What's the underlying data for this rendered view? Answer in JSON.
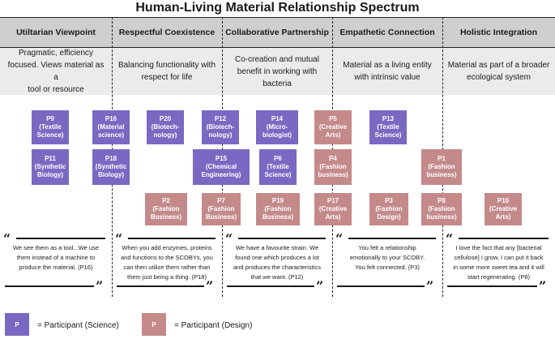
{
  "title": "Human-Living Material Relationship Spectrum",
  "colors": {
    "science": "#7b68c2",
    "design": "#c48a8a"
  },
  "columns": [
    {
      "heading": "Utiltarian Viewpoint",
      "description": [
        "Pragmatic, efficiency",
        "focused. Views material as a",
        "tool or resource"
      ],
      "quote": [
        "We see them as a tool...We use",
        "them instead of a machine to",
        "produce the material. (P16)"
      ]
    },
    {
      "heading": "Respectful Coexistence",
      "description": [
        "Balancing functionality with",
        "respect for life"
      ],
      "quote": [
        "When you add enzymes, proteins",
        "and functions to the SCOBYs, you",
        "can then utilize them rather than",
        "them just being a thing. (P18)"
      ]
    },
    {
      "heading": "Collaborative Partnership",
      "description": [
        "Co-creation and mutual",
        "benefit in working with",
        "bacteria"
      ],
      "quote": [
        "We have a favourite strain. We",
        "found one which produces a lot",
        "and produces the characteristics",
        "that we want. (P12)"
      ]
    },
    {
      "heading": "Empathetic Connection",
      "description": [
        "Material as a living entity",
        "with intrinsic value"
      ],
      "quote": [
        "You felt a relationship",
        "emotionally to your SCOBY.",
        "You felt connected. (P3)"
      ]
    },
    {
      "heading": "Holistic Integration",
      "description": [
        "Material as part of a broader",
        "ecological system"
      ],
      "quote": [
        "I love the fact that any [bacterial",
        "cellulose] I grow, I can put it back",
        "in some more sweet tea and it will",
        "start regenerating. (P8)"
      ]
    }
  ],
  "participants": [
    {
      "id": "P9",
      "field": [
        "(Textile",
        "Science)"
      ],
      "group": "science"
    },
    {
      "id": "P16",
      "field": [
        "(Material",
        "science)"
      ],
      "group": "science"
    },
    {
      "id": "P20",
      "field": [
        "(Biotech-",
        "nology)"
      ],
      "group": "science"
    },
    {
      "id": "P12",
      "field": [
        "(Biotech-",
        "nology)"
      ],
      "group": "science"
    },
    {
      "id": "P14",
      "field": [
        "(Micro-",
        "biologist)"
      ],
      "group": "science"
    },
    {
      "id": "P5",
      "field": [
        "(Creative",
        "Arts)"
      ],
      "group": "design"
    },
    {
      "id": "P13",
      "field": [
        "(Textile",
        "Science)"
      ],
      "group": "science"
    },
    {
      "id": "P11",
      "field": [
        "(Synthetic",
        "Biology)"
      ],
      "group": "science"
    },
    {
      "id": "P18",
      "field": [
        "(Synthetic",
        "Biology)"
      ],
      "group": "science"
    },
    {
      "id": "P15",
      "field": [
        "(Chemical",
        "Engineering)"
      ],
      "group": "science"
    },
    {
      "id": "P6",
      "field": [
        "(Textile",
        "Science)"
      ],
      "group": "science"
    },
    {
      "id": "P4",
      "field": [
        "(Fashion",
        "business)"
      ],
      "group": "design"
    },
    {
      "id": "P1",
      "field": [
        "(Fashion",
        "business)"
      ],
      "group": "design"
    },
    {
      "id": "P2",
      "field": [
        "(Fashion",
        "Business)"
      ],
      "group": "design"
    },
    {
      "id": "P7",
      "field": [
        "(Fashion",
        "Business)"
      ],
      "group": "design"
    },
    {
      "id": "P19",
      "field": [
        "(Fashion",
        "Business)"
      ],
      "group": "design"
    },
    {
      "id": "P17",
      "field": [
        "(Creative",
        "Arts)"
      ],
      "group": "design"
    },
    {
      "id": "P3",
      "field": [
        "(Fashion",
        "Design)"
      ],
      "group": "design"
    },
    {
      "id": "P8",
      "field": [
        "(Fashion",
        "business)"
      ],
      "group": "design"
    },
    {
      "id": "P10",
      "field": [
        "(Creative",
        "Arts)"
      ],
      "group": "design"
    }
  ],
  "legend": {
    "box_label": "P",
    "science_label": "= Participant (Science)",
    "design_label": "= Participant (Design)"
  },
  "quote_marks": {
    "open": "“",
    "close": "”"
  }
}
